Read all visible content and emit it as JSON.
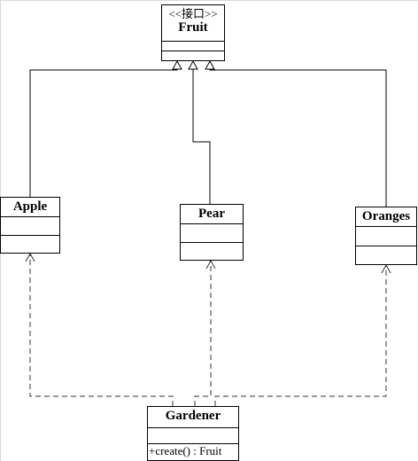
{
  "diagram": {
    "classes": [
      {
        "id": "fruit",
        "stereotype": "<<接口>>",
        "name": "Fruit",
        "attributes": "",
        "operations": ""
      },
      {
        "id": "apple",
        "stereotype": "",
        "name": "Apple",
        "attributes": "",
        "operations": ""
      },
      {
        "id": "pear",
        "stereotype": "",
        "name": "Pear",
        "attributes": "",
        "operations": ""
      },
      {
        "id": "oranges",
        "stereotype": "",
        "name": "Oranges",
        "attributes": "",
        "operations": ""
      },
      {
        "id": "gardener",
        "stereotype": "",
        "name": "Gardener",
        "attributes": "",
        "operations": "+create() : Fruit"
      }
    ],
    "relationships": [
      {
        "type": "realization",
        "from": "Apple",
        "to": "Fruit"
      },
      {
        "type": "realization",
        "from": "Pear",
        "to": "Fruit"
      },
      {
        "type": "realization",
        "from": "Oranges",
        "to": "Fruit"
      },
      {
        "type": "dependency",
        "from": "Gardener",
        "to": "Apple"
      },
      {
        "type": "dependency",
        "from": "Gardener",
        "to": "Pear"
      },
      {
        "type": "dependency",
        "from": "Gardener",
        "to": "Oranges"
      }
    ],
    "colors": {
      "line": "#000000",
      "dashed_line": "#333333",
      "background": "#ffffff",
      "frame": "#d9d9d9"
    }
  }
}
